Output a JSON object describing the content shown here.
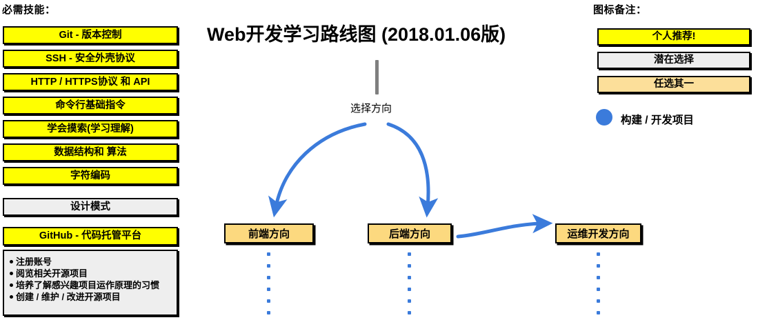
{
  "page": {
    "title": "Web开发学习路线图 (2018.01.06版)"
  },
  "sidebar": {
    "heading": "必需技能：",
    "items": [
      {
        "label": "Git - 版本控制",
        "style": "yellow"
      },
      {
        "label": "SSH - 安全外壳协议",
        "style": "yellow"
      },
      {
        "label": "HTTP / HTTPS协议 和 API",
        "style": "yellow"
      },
      {
        "label": "命令行基础指令",
        "style": "yellow"
      },
      {
        "label": "学会摸索(学习理解)",
        "style": "yellow"
      },
      {
        "label": "数据结构和 算法",
        "style": "yellow"
      },
      {
        "label": "字符编码",
        "style": "yellow"
      },
      {
        "label": "设计模式",
        "style": "gray"
      },
      {
        "label": "GitHub - 代码托管平台",
        "style": "yellow"
      }
    ],
    "github_notes": [
      "注册账号",
      "阅览相关开源项目",
      "培养了解感兴趣项目运作原理的习惯",
      "创建 / 维护 / 改进开源项目"
    ]
  },
  "legend": {
    "heading": "图标备注：",
    "items": [
      {
        "label": "个人推荐!",
        "style": "yellow"
      },
      {
        "label": "潜在选择",
        "style": "gray"
      },
      {
        "label": "任选其一",
        "style": "orange"
      }
    ],
    "dot_label": "构建 / 开发项目",
    "dot_color": "#3b7bdb"
  },
  "flow": {
    "choose_label": "选择方向",
    "directions": [
      {
        "label": "前端方向"
      },
      {
        "label": "后端方向"
      },
      {
        "label": "运维开发方向"
      }
    ]
  },
  "colors": {
    "yellow": "#ffff00",
    "gray": "#eeeeee",
    "orange_light": "#fcdf9a",
    "orange": "#fcd97f",
    "blue": "#3b7bdb",
    "stem_gray": "#7f7f7f"
  }
}
